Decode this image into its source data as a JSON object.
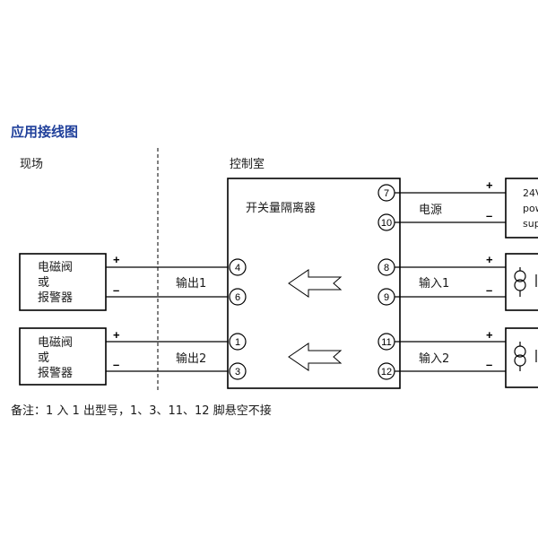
{
  "title": "应用接线图",
  "zones": {
    "field": "现场",
    "control_room": "控制室"
  },
  "isolator": {
    "name": "开关量隔离器"
  },
  "field_devices": [
    {
      "line1": "电磁阀",
      "line2": "或",
      "line3": "报警器"
    },
    {
      "line1": "电磁阀",
      "line2": "或",
      "line3": "报警器"
    }
  ],
  "outputs": [
    {
      "label": "输出1",
      "pin_plus": "4",
      "pin_minus": "6"
    },
    {
      "label": "输出2",
      "pin_plus": "1",
      "pin_minus": "3"
    }
  ],
  "inputs": [
    {
      "label": "输入1",
      "pin_plus": "8",
      "pin_minus": "9"
    },
    {
      "label": "输入2",
      "pin_plus": "11",
      "pin_minus": "12"
    }
  ],
  "power": {
    "label": "电源",
    "pin_plus": "7",
    "pin_minus": "10",
    "supply_lines": [
      "24V",
      "pow",
      "sup"
    ]
  },
  "signs": {
    "plus": "+",
    "minus": "–"
  },
  "note": "备注：1 入 1 出型号，1、3、11、12 脚悬空不接"
}
